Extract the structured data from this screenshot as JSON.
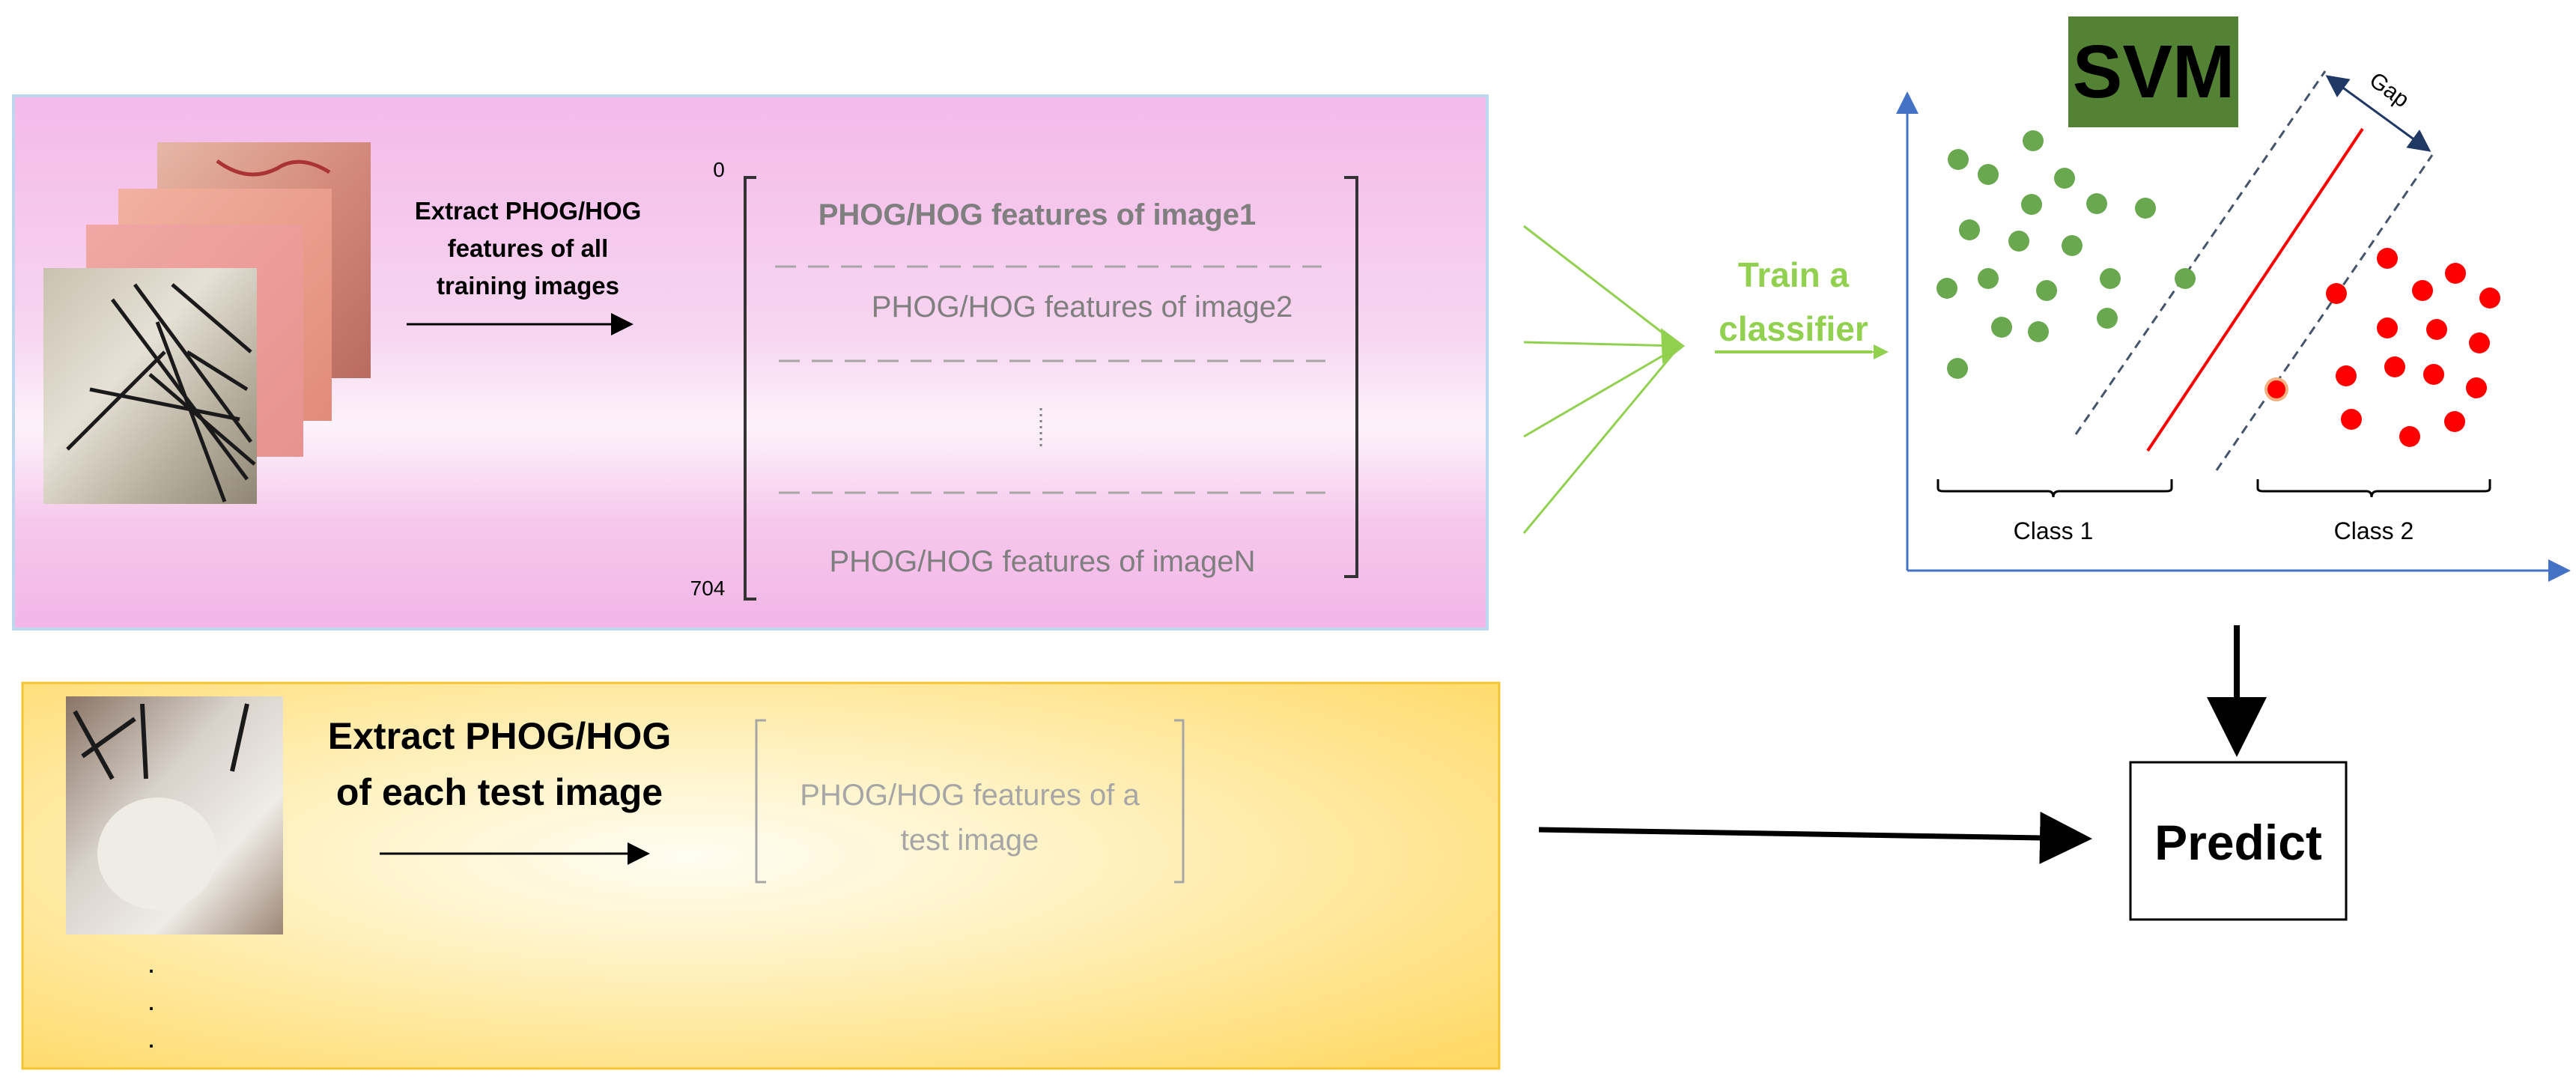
{
  "training_panel": {
    "extract_label": [
      "Extract PHOG/HOG",
      "features of all",
      "training images"
    ],
    "matrix_start_index": "0",
    "matrix_end_index": "704",
    "rows": [
      "PHOG/HOG features of image1",
      "PHOG/HOG features of image2",
      "PHOG/HOG features of imageN"
    ]
  },
  "classifier": {
    "label_line1": "Train a",
    "label_line2": "classifier"
  },
  "svm": {
    "title": "SVM",
    "gap_label": "Gap",
    "class1_label": "Class 1",
    "class2_label": "Class 2"
  },
  "test_panel": {
    "extract_label": [
      "Extract PHOG/HOG",
      "of each test image"
    ],
    "feature_label": [
      "PHOG/HOG features of a",
      "test image"
    ],
    "dots": ".",
    "vertical_ellipsis": "⋮"
  },
  "predict": {
    "label": "Predict"
  },
  "colors": {
    "training_panel": "#f4b9e9",
    "test_panel": "#ffe07a",
    "svm_title_bg": "#548235",
    "class1_points": "#6aa84f",
    "class2_points": "#ff0000",
    "axis": "#4472c4",
    "classifier_green": "#92d050"
  }
}
